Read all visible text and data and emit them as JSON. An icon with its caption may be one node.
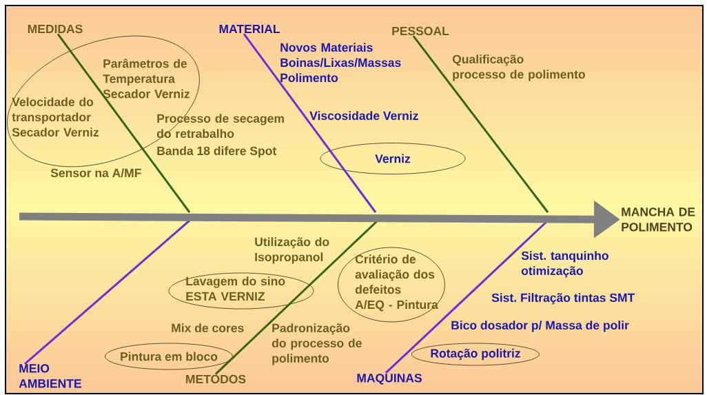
{
  "diagram": {
    "nodes": [
      {
        "text": [
          "MEDIDAS"
        ]
      },
      {
        "text": [
          "MATERIAL"
        ]
      },
      {
        "text": [
          "PESSOAL"
        ]
      },
      {
        "text": [
          "MANCHA DE POLIMENTO"
        ]
      },
      {
        "text": [
          "Parâmetros de Temperatura Secador Verniz",
          "Velocidade do transportador Secador Verniz"
        ]
      },
      {
        "text": [
          "Verniz"
        ]
      },
      {
        "text": [
          "Critério de avaliação dos defeitos A/EQ - Pintura"
        ]
      },
      {
        "text": [
          "Lavagem do sino ESTA VERNIZ"
        ]
      },
      {
        "text": [
          "Pintura em bloco"
        ]
      },
      {
        "text": [
          "MEIO AMBIENTE"
        ]
      },
      {
        "text": [
          "METODOS"
        ]
      },
      {
        "text": [
          "Rotação politriz"
        ]
      },
      {
        "text": [
          "MAQUINAS"
        ]
      }
    ],
    "edges": [
      {
        "from": 0,
        "to": null,
        "arrow": "none",
        "color": "#336614"
      },
      {
        "from": 1,
        "to": null,
        "arrow": "none",
        "color": "#6a2ee0"
      },
      {
        "from": 2,
        "to": null,
        "arrow": "none",
        "color": "#336614"
      },
      {
        "from": 9,
        "to": null,
        "arrow": "none",
        "color": "#6a2ee0"
      },
      {
        "from": 10,
        "to": null,
        "arrow": "none",
        "color": "#336614"
      },
      {
        "from": 12,
        "to": null,
        "arrow": "none",
        "color": "#6a2ee0"
      },
      {
        "from": null,
        "to": 3,
        "arrow": "to",
        "style": "thick",
        "color": "#808080"
      }
    ],
    "labels": [
      "Processo de secagem do retrabalho",
      "Banda 18 difere Spot",
      "Sensor na A/MF",
      "Novos Materiais Boinas/Lixas/Massas Polimento",
      "Viscosidade Verniz",
      "Qualificação processo de polimento",
      "Utilização do Isopropanol",
      "Mix de cores",
      "Padronização do processo de polimento",
      "Sist. tanquinho otimização",
      "Sist. Filtração tintas SMT",
      "Bico dosador p/ Massa de polir"
    ]
  }
}
